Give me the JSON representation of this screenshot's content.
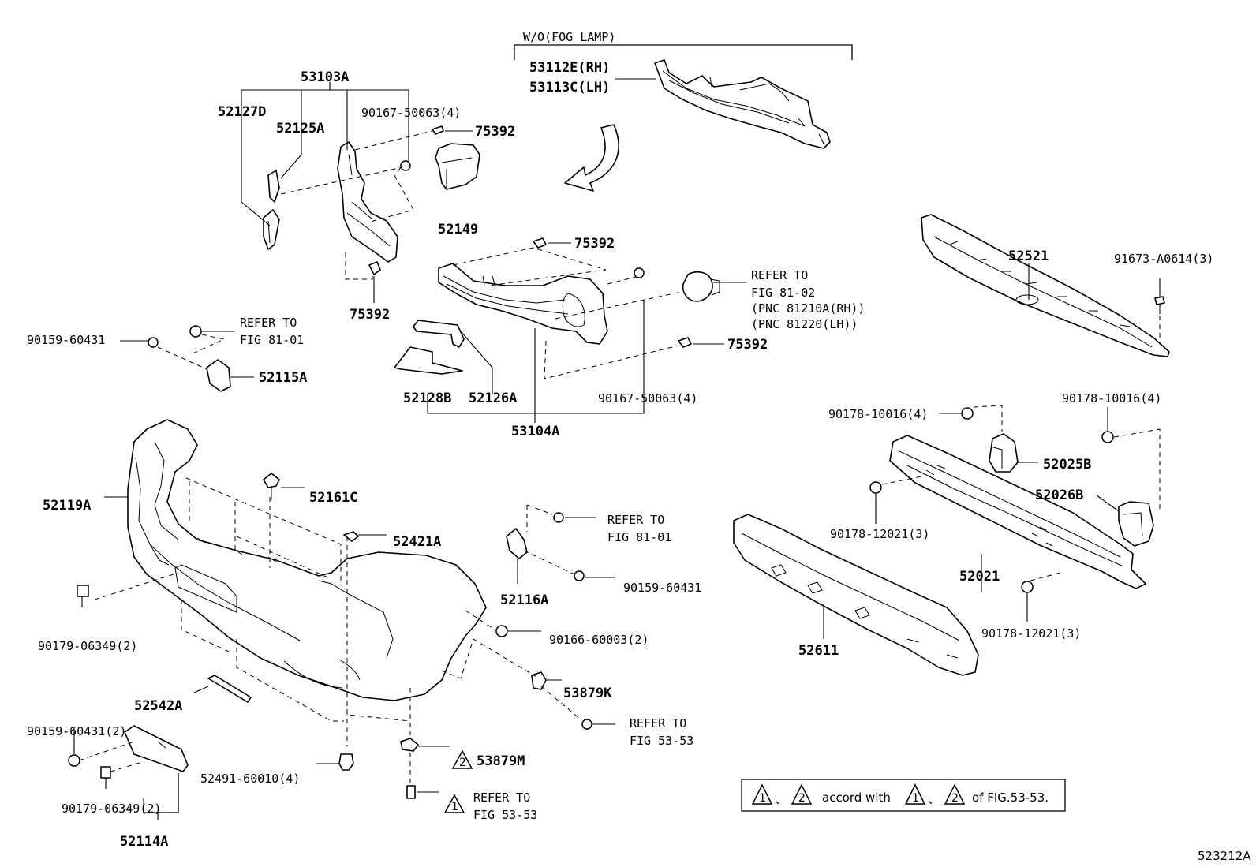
{
  "labels": {
    "wo_fog_lamp": "W/O(FOG LAMP)",
    "p53112e": "53112E(RH)",
    "p53113c": "53113C(LH)",
    "p53103a": "53103A",
    "p52127d": "52127D",
    "p52125a": "52125A",
    "p90167_top": "90167-50063(4)",
    "p75392_a": "75392",
    "p52149": "52149",
    "p75392_b": "75392",
    "p75392_c": "75392",
    "p75392_d": "75392",
    "refer_fog_a": "REFER TO",
    "fig_81_02": "FIG 81-02",
    "pnc_rh": "(PNC 81210A(RH))",
    "pnc_lh": "(PNC 81220(LH))",
    "p52521": "52521",
    "p91673": "91673-A0614(3)",
    "refer_b": "REFER TO",
    "fig_81_01_a": "FIG 81-01",
    "p90159_a": "90159-60431",
    "p52115a": "52115A",
    "p52128b": "52128B",
    "p52126a": "52126A",
    "p90167_mid": "90167-50063(4)",
    "p53104a": "53104A",
    "p90178_10016_a": "90178-10016(4)",
    "p90178_10016_b": "90178-10016(4)",
    "p52025b": "52025B",
    "p52026b": "52026B",
    "p52119a": "52119A",
    "p52161c": "52161C",
    "refer_c": "REFER TO",
    "fig_81_01_b": "FIG 81-01",
    "p52421a": "52421A",
    "p90178_12021_a": "90178-12021(3)",
    "p52116a": "52116A",
    "p90159_b": "90159-60431",
    "p52021": "52021",
    "p90179_a": "90179-06349(2)",
    "p90166": "90166-60003(2)",
    "p90178_12021_b": "90178-12021(3)",
    "p52611": "52611",
    "p53879k": "53879K",
    "p52542a": "52542A",
    "refer_d": "REFER TO",
    "fig_53_53_a": "FIG 53-53",
    "p90159_c": "90159-60431(2)",
    "p53879m": "53879M",
    "p52491": "52491-60010(4)",
    "p90179_b": "90179-06349(2)",
    "refer_e": "REFER TO",
    "fig_53_53_b": "FIG 53-53",
    "p52114a": "52114A",
    "tri_1": "1",
    "tri_2": "2"
  },
  "note": {
    "tri_1": "1",
    "tri_2": "2",
    "sep_a": "、",
    "accord_with": "accord with",
    "tri_1b": "1",
    "sep_b": "、",
    "tri_2b": "2",
    "of_fig": "of FIG.53-53."
  },
  "figure_id": "523212A"
}
